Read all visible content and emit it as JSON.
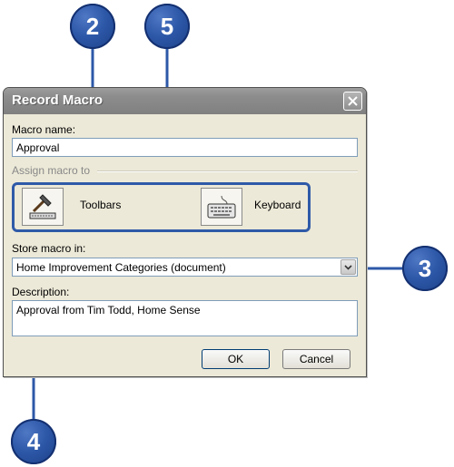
{
  "callouts": [
    "2",
    "5",
    "3",
    "4"
  ],
  "dialog": {
    "title": "Record Macro",
    "macro_name_label": "Macro name:",
    "macro_name_value": "Approval",
    "assign_label": "Assign macro to",
    "toolbars_label": "Toolbars",
    "keyboard_label": "Keyboard",
    "store_label": "Store macro in:",
    "store_value": "Home Improvement Categories (document)",
    "description_label": "Description:",
    "description_value": "Approval from Tim Todd, Home Sense",
    "ok_label": "OK",
    "cancel_label": "Cancel"
  },
  "colors": {
    "callout_blue": "#2d58a8",
    "highlight_border": "#2f5aa8",
    "dialog_bg": "#ece9d8",
    "titlebar_gray": "#8d8d8d"
  },
  "icons": [
    "close-icon",
    "hammer-toolbar-icon",
    "keyboard-icon",
    "chevron-down-icon"
  ]
}
